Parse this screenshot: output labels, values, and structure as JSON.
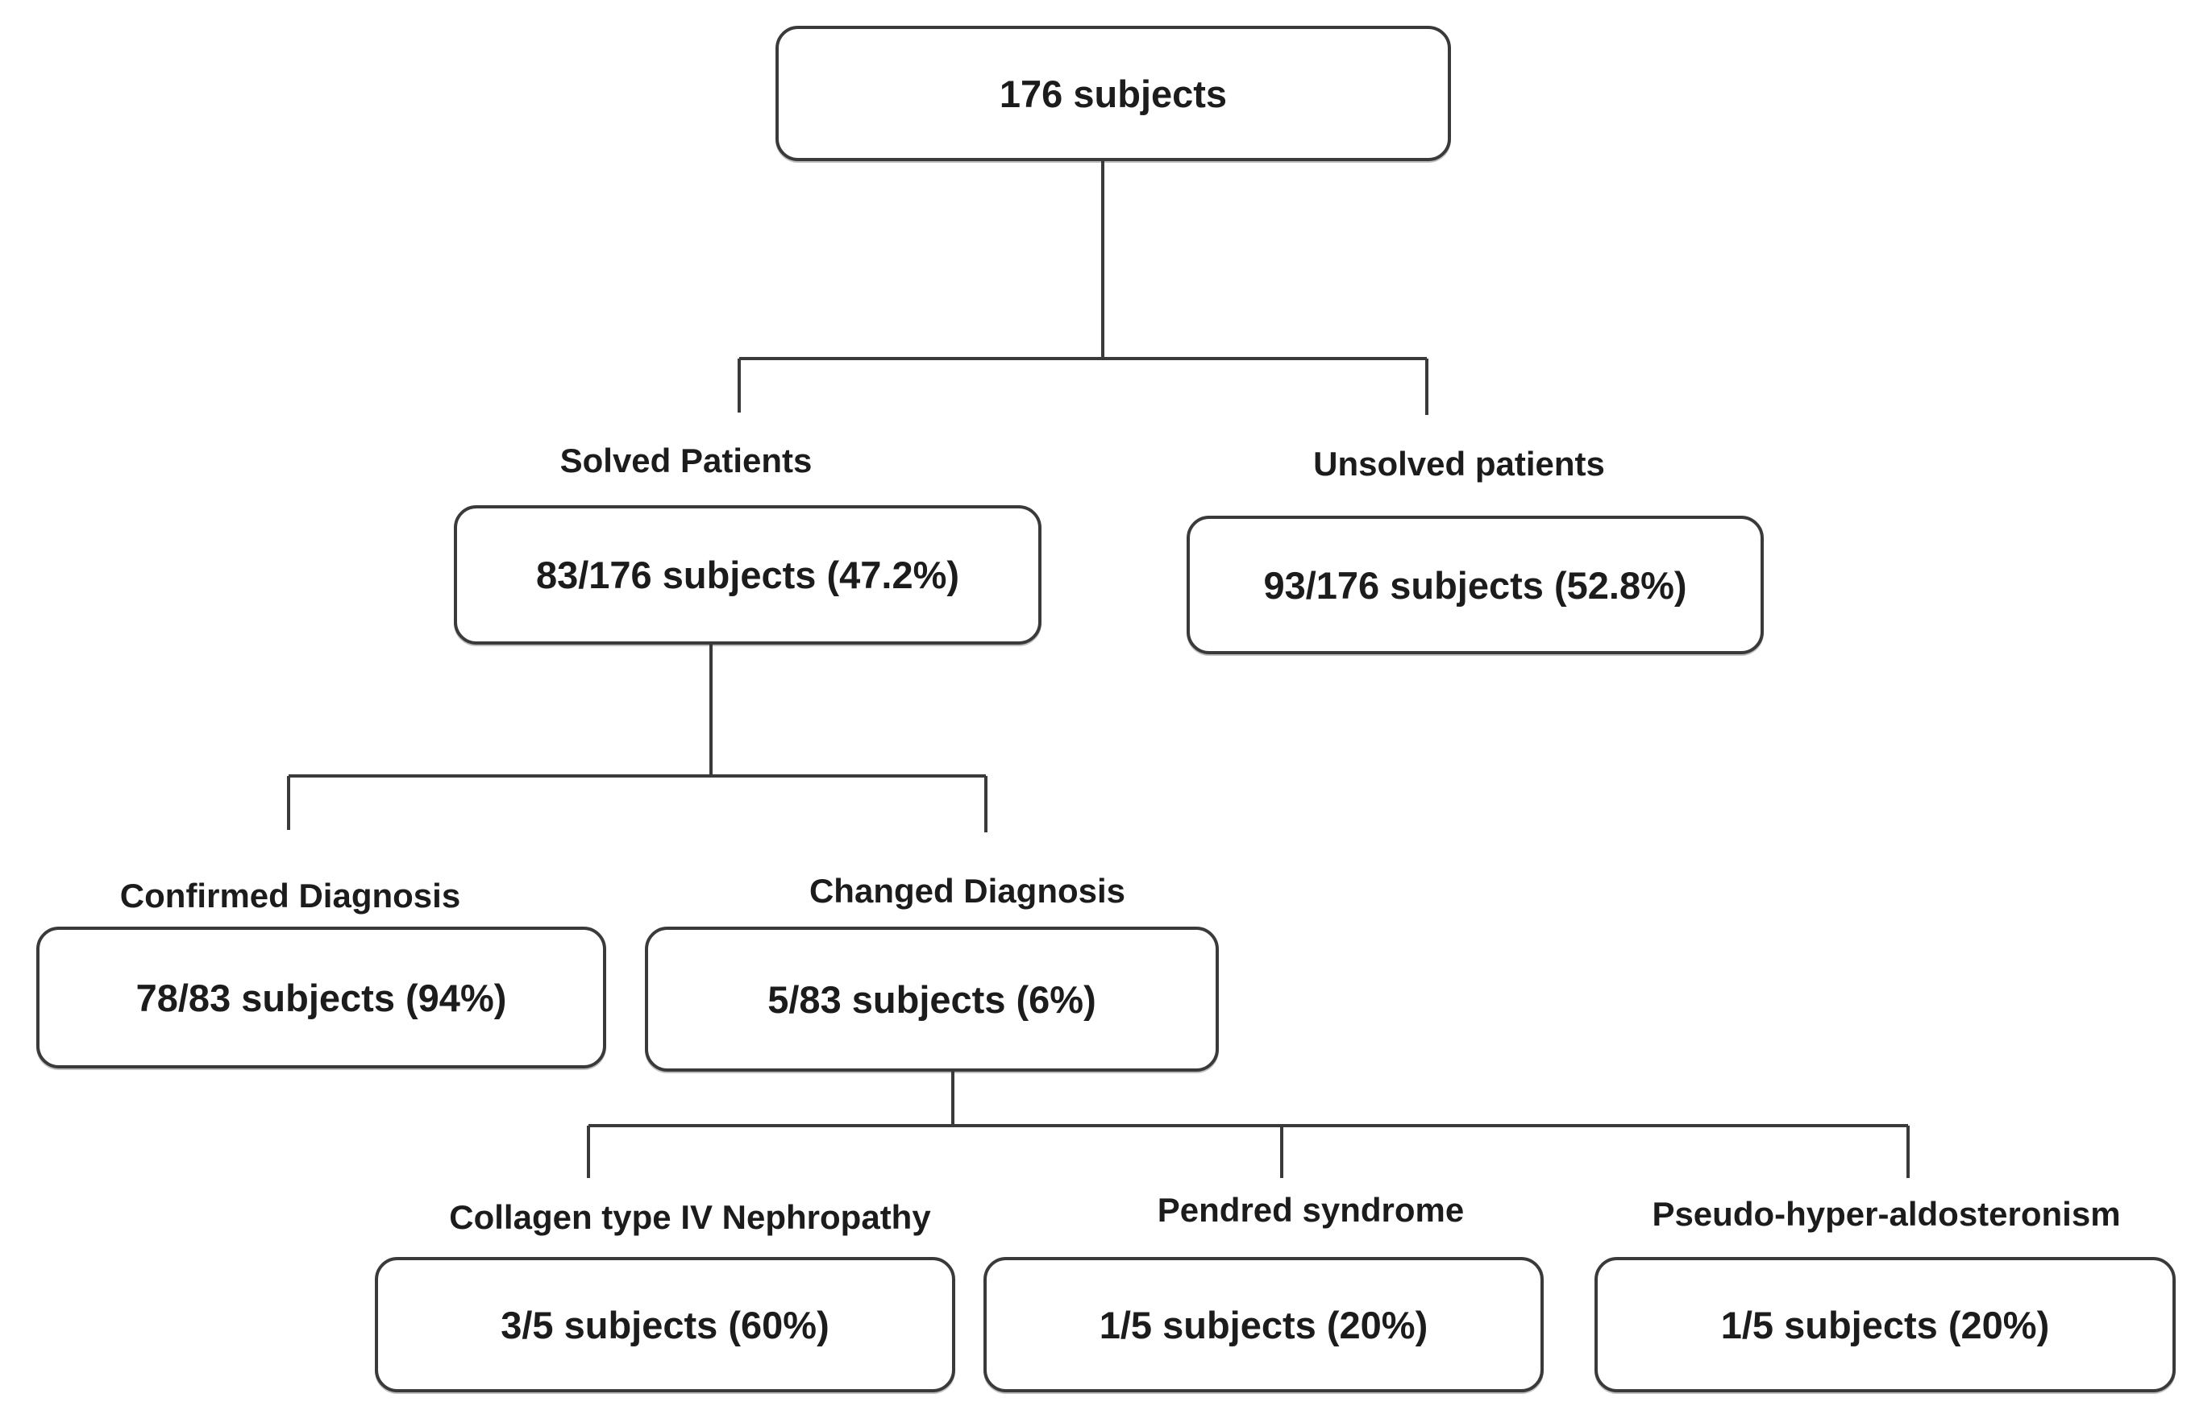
{
  "diagram": {
    "type": "flowchart",
    "background_color": "#ffffff",
    "line_color": "#3a3a3a",
    "text_color": "#1c1c1c",
    "nodes": [
      {
        "id": "root",
        "group_label": "",
        "label": "176 subjects"
      },
      {
        "id": "solved",
        "group_label": "Solved Patients",
        "label": "83/176 subjects (47.2%)"
      },
      {
        "id": "unsolved",
        "group_label": "Unsolved patients",
        "label": "93/176 subjects (52.8%)"
      },
      {
        "id": "confirmed",
        "group_label": "Confirmed Diagnosis",
        "label": "78/83 subjects (94%)"
      },
      {
        "id": "changed",
        "group_label": "Changed Diagnosis",
        "label": "5/83 subjects (6%)"
      },
      {
        "id": "collagen",
        "group_label": "Collagen type IV Nephropathy",
        "label": "3/5 subjects (60%)"
      },
      {
        "id": "pendred",
        "group_label": "Pendred syndrome",
        "label": "1/5 subjects (20%)"
      },
      {
        "id": "pseudo",
        "group_label": "Pseudo-hyper-aldosteronism",
        "label": "1/5 subjects (20%)"
      }
    ],
    "edges": [
      {
        "from": "root",
        "to": [
          "solved",
          "unsolved"
        ]
      },
      {
        "from": "solved",
        "to": [
          "confirmed",
          "changed"
        ]
      },
      {
        "from": "changed",
        "to": [
          "collagen",
          "pendred",
          "pseudo"
        ]
      }
    ]
  }
}
